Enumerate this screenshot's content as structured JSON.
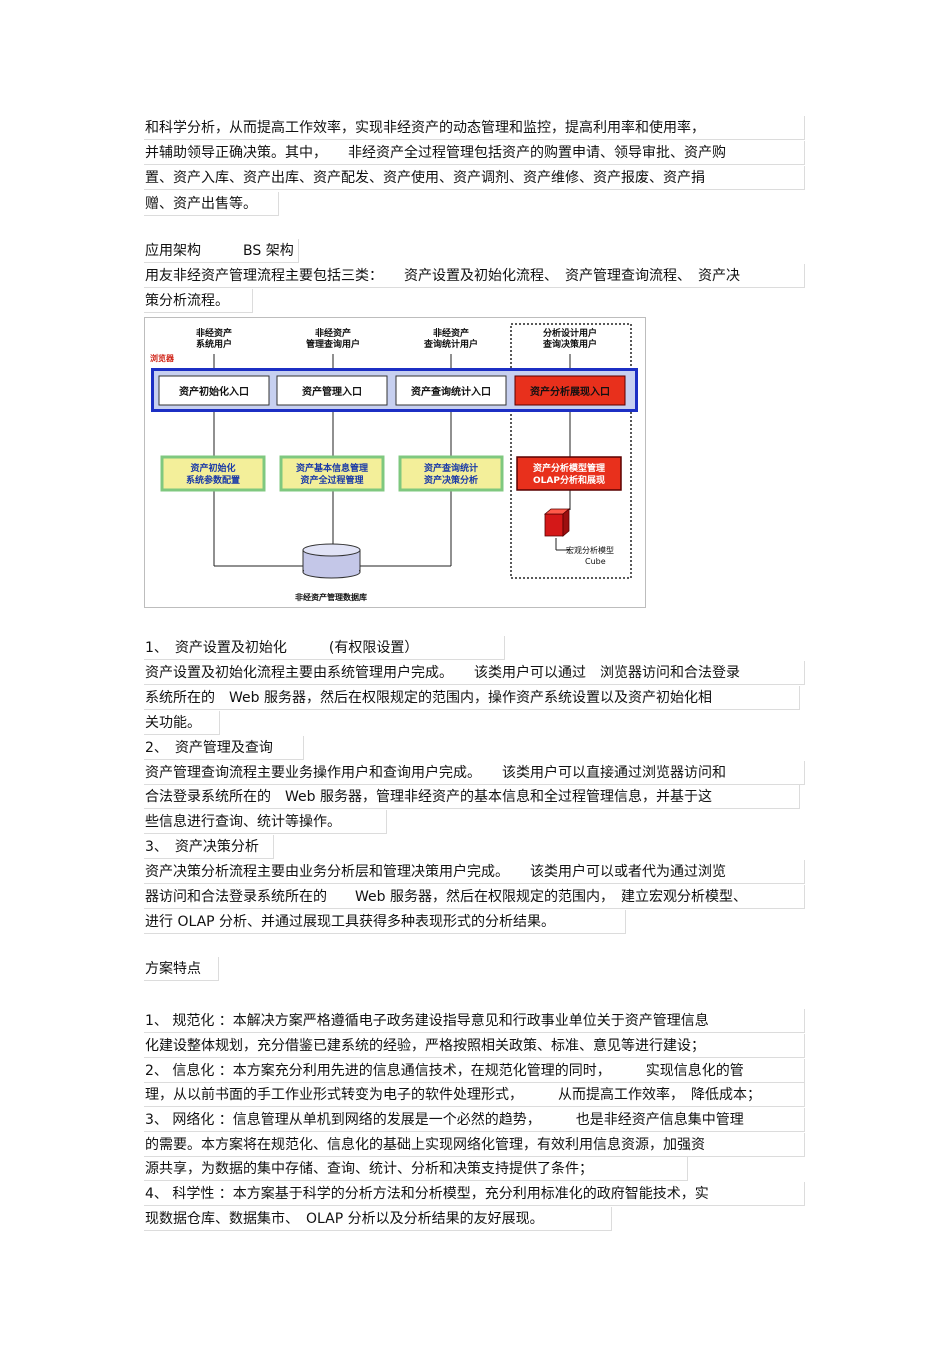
{
  "intro": {
    "lines": [
      "和科学分析，从而提高工作效率，实现非经资产的动态管理和监控，提高利用率和使用率，",
      "并辅助领导正确决策。其中，　　非经资产全过程管理包括资产的购置申请、领导审批、资产购",
      "置、资产入库、资产出库、资产配发、资产使用、资产调剂、资产维修、资产报废、资产捐",
      "赠、资产出售等。"
    ]
  },
  "architecture": {
    "heading": "应用架构　　　BS 架构",
    "lines": [
      "用友非经资产管理流程主要包括三类：　　资产设置及初始化流程、　资产管理查询流程、　资产决",
      "策分析流程。"
    ]
  },
  "diagram": {
    "users": [
      "非经资产\n系统用户",
      "非经资产\n管理查询用户",
      "非经资产\n查询统计用户",
      "分析设计用户\n查询决策用户"
    ],
    "tag": "浏览器",
    "entries": [
      "资产初始化入口",
      "资产管理入口",
      "资产查询统计入口",
      "资产分析展现入口"
    ],
    "modules": [
      [
        "资产初始化",
        "系统参数配置"
      ],
      [
        "资产基本信息管理",
        "资产全过程管理"
      ],
      [
        "资产查询统计",
        "资产决策分析"
      ],
      [
        "资产分析模型管理",
        "OLAP分析和展现"
      ]
    ],
    "cube_label": [
      "宏观分析模型",
      "Cube"
    ],
    "database": "非经资产管理数据库",
    "colors": {
      "bar": "#1c2fc4",
      "red": "#e8301c",
      "green": "#7fc87f",
      "yellow": "#f3ef9a"
    }
  },
  "flows": [
    {
      "heading": "1、　资产设置及初始化　　　(有权限设置）",
      "lines": [
        "资产设置及初始化流程主要由系统管理用户完成。　　该类用户可以通过　浏览器访问和合法登录",
        "系统所在的　Web 服务器，然后在权限规定的范围内，操作资产系统设置以及资产初始化相",
        "关功能。"
      ]
    },
    {
      "heading": "2、　资产管理及查询",
      "lines": [
        "资产管理查询流程主要业务操作用户和查询用户完成。　　该类用户可以直接通过浏览器访问和",
        "合法登录系统所在的　Web 服务器，管理非经资产的基本信息和全过程管理信息，并基于这",
        "些信息进行查询、统计等操作。"
      ]
    },
    {
      "heading": "3、　资产决策分析",
      "lines": [
        "资产决策分析流程主要由业务分析层和管理决策用户完成。　　该类用户可以或者代为通过浏览",
        "器访问和合法登录系统所在的　　Web 服务器，然后在权限规定的范围内，　建立宏观分析模型、",
        "进行 OLAP 分析、并通过展现工具获得多种表现形式的分析结果。"
      ]
    }
  ],
  "features": {
    "heading": "方案特点",
    "lines": [
      "1、 规范化 ：本解决方案严格遵循电子政务建设指导意见和行政事业单位关于资产管理信息",
      "化建设整体规划，充分借鉴已建系统的经验，严格按照相关政策、标准、意见等进行建设；",
      "2、 信息化 ：本方案充分利用先进的信息通信技术，在规范化管理的同时，　　　实现信息化的管",
      "理，从以前书面的手工作业形式转变为电子的软件处理形式，　　　从而提高工作效率，　降低成本；",
      "3、 网络化 ：信息管理从单机到网络的发展是一个必然的趋势，　　　也是非经资产信息集中管理",
      "的需要。本方案将在规范化、信息化的基础上实现网络化管理，有效利用信息资源，加强资",
      "源共享，为数据的集中存储、查询、统计、分析和决策支持提供了条件；",
      "4、 科学性 ：本方案基于科学的分析方法和分析模型，充分利用标准化的政府智能技术，实",
      "现数据仓库、数据集市、　OLAP 分析以及分析结果的友好展现。"
    ]
  }
}
